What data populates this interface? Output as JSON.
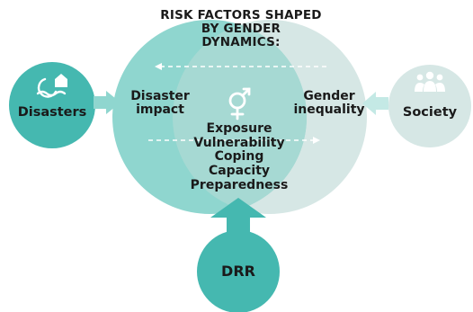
{
  "title": "RISK FACTORS SHAPED BY GENDER DYNAMICS:",
  "left_circle": {
    "label": "Disaster impact"
  },
  "right_circle": {
    "label": "Gender inequality"
  },
  "factors": [
    "Exposure",
    "Vulnerability",
    "Coping",
    "Capacity",
    "Preparedness"
  ],
  "nodes": {
    "disasters": "Disasters",
    "society": "Society",
    "drr": "DRR"
  },
  "icons": {
    "disasters": "flood-house-icon",
    "society": "people-group-icon",
    "center": "gender-symbol-icon"
  },
  "colors": {
    "teal_dark": "#45b8b0",
    "teal_mid": "#8fd6cf",
    "teal_light": "#c4e9e5",
    "grey_light": "#d6e7e5",
    "text": "#1a1a1a"
  }
}
